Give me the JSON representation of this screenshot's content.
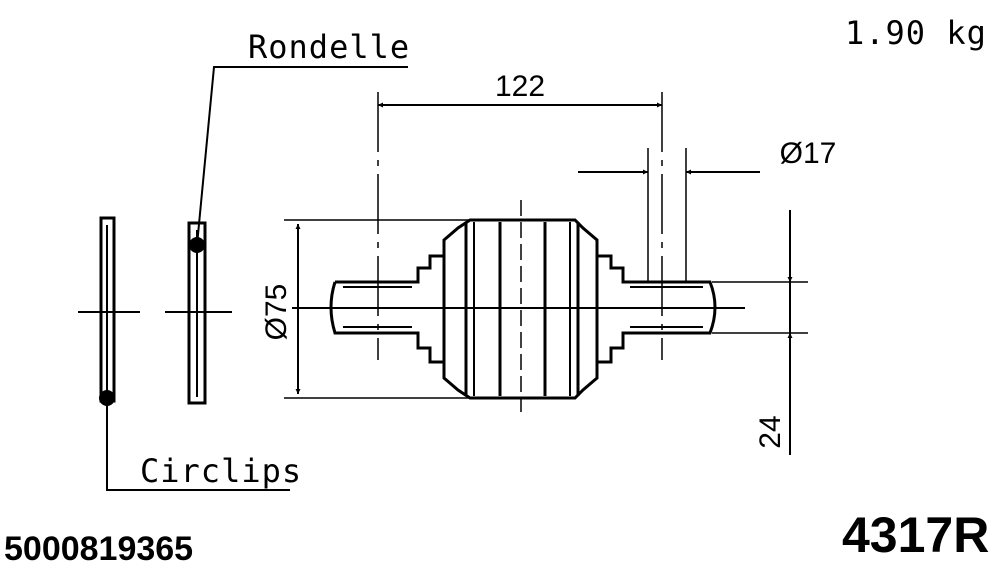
{
  "weight": "1.90 kg",
  "labels": {
    "washer": "Rondelle",
    "circlip": "Circlips"
  },
  "dimensions": {
    "length": "122",
    "pin_diameter": "Ø17",
    "body_diameter": "Ø75",
    "pin_height": "24"
  },
  "part_number": "5000819365",
  "reference": "4317R"
}
